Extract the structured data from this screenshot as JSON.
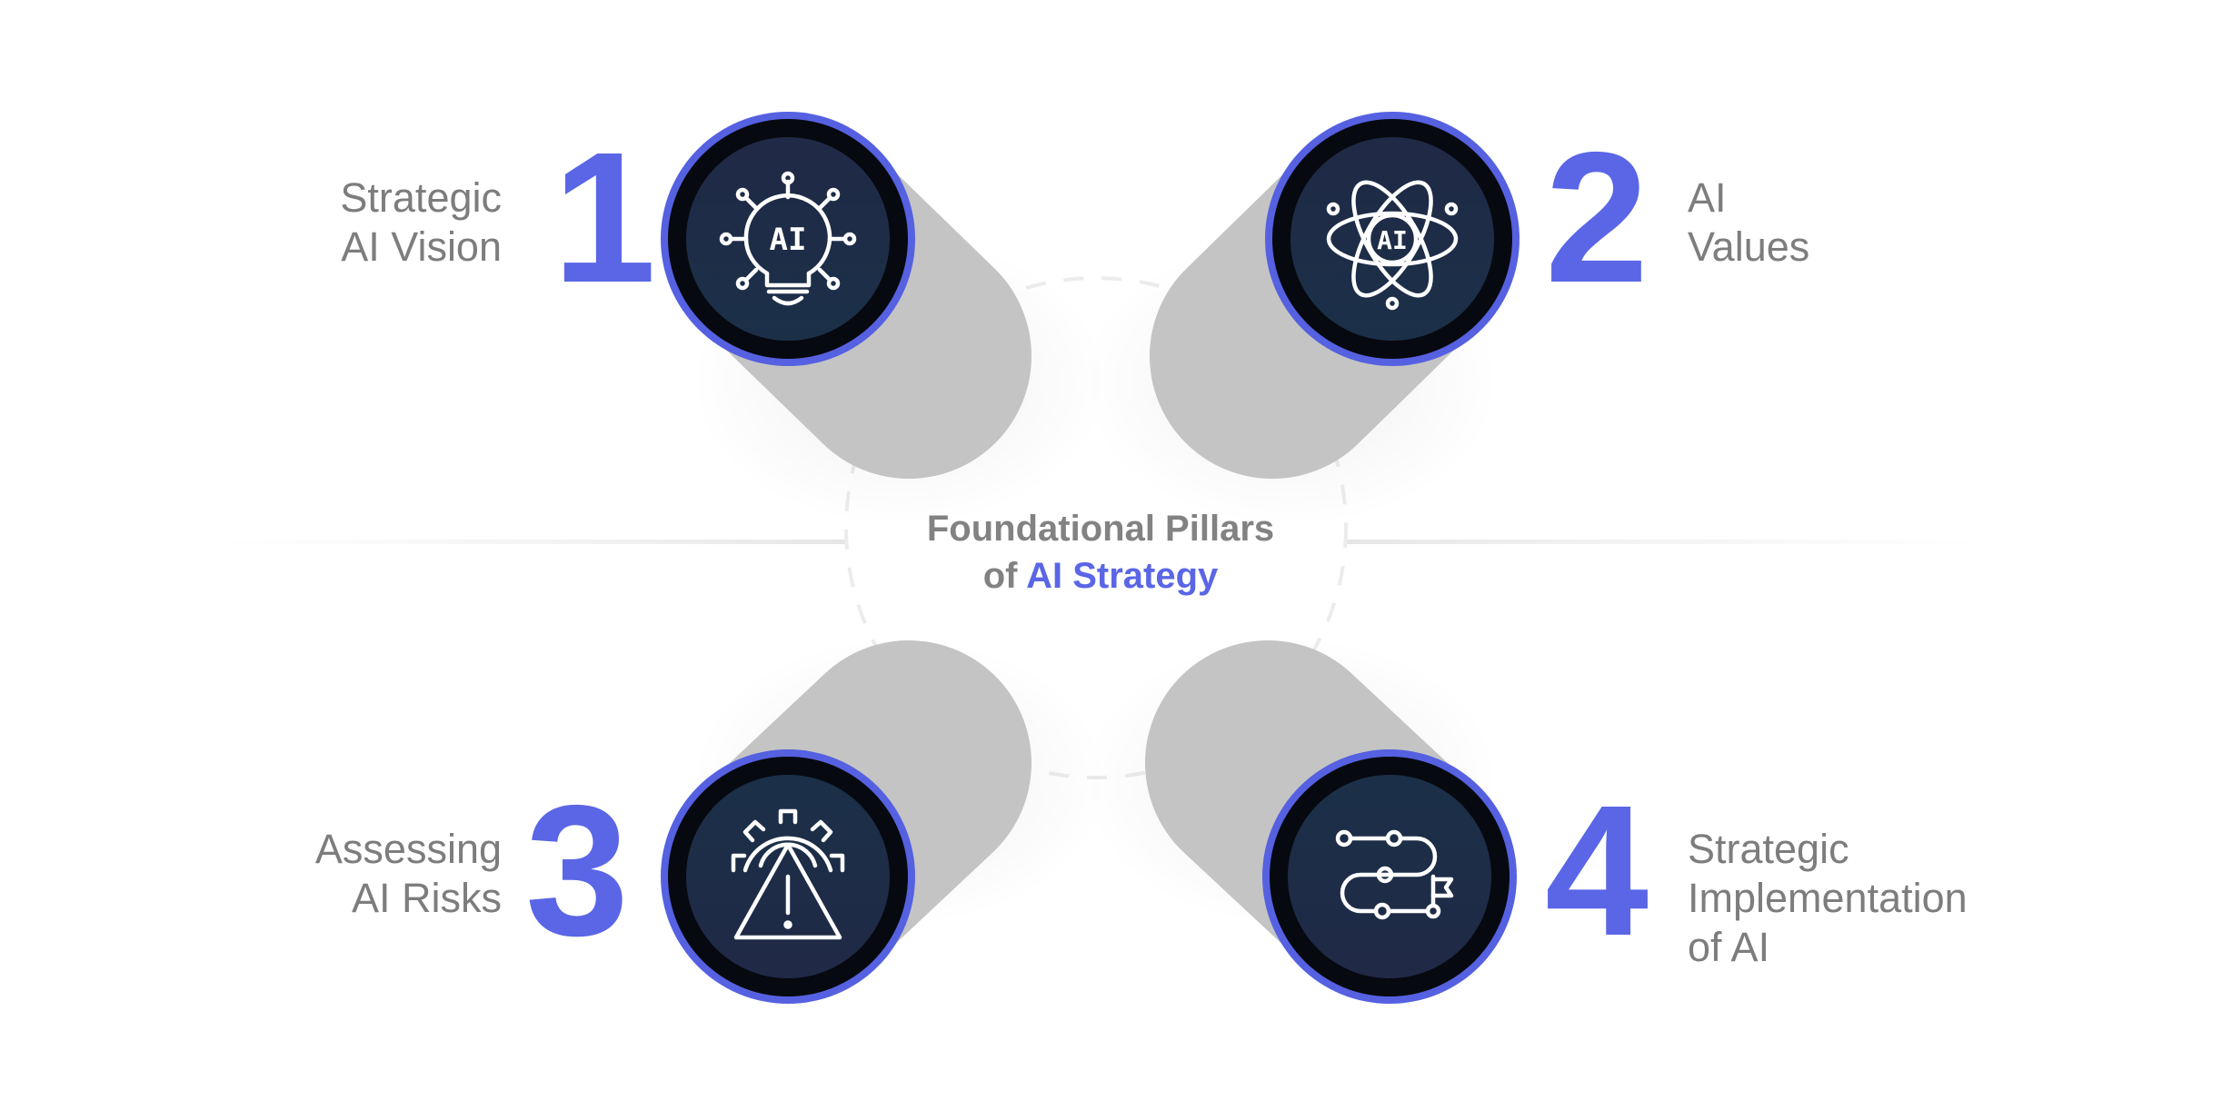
{
  "center": {
    "line1": "Foundational Pillars",
    "line2_prefix": "of",
    "line2_highlight": "AI Strategy"
  },
  "pillars": [
    {
      "number": "1",
      "label_lines": [
        "Strategic",
        "AI Vision"
      ],
      "icon": "ai-lightbulb-icon"
    },
    {
      "number": "2",
      "label_lines": [
        "AI",
        "Values"
      ],
      "icon": "ai-atom-icon"
    },
    {
      "number": "3",
      "label_lines": [
        "Assessing",
        "AI Risks"
      ],
      "icon": "gear-warning-icon"
    },
    {
      "number": "4",
      "label_lines": [
        "Strategic",
        "Implementation",
        "of AI"
      ],
      "icon": "roadmap-flag-icon"
    }
  ],
  "colors": {
    "accent": "#5a66e6",
    "label_gray": "#7d7d7d",
    "badge_dark": "#1f2d4a",
    "badge_ring": "#5561e0",
    "shadow_gray": "#c4c4c4"
  }
}
